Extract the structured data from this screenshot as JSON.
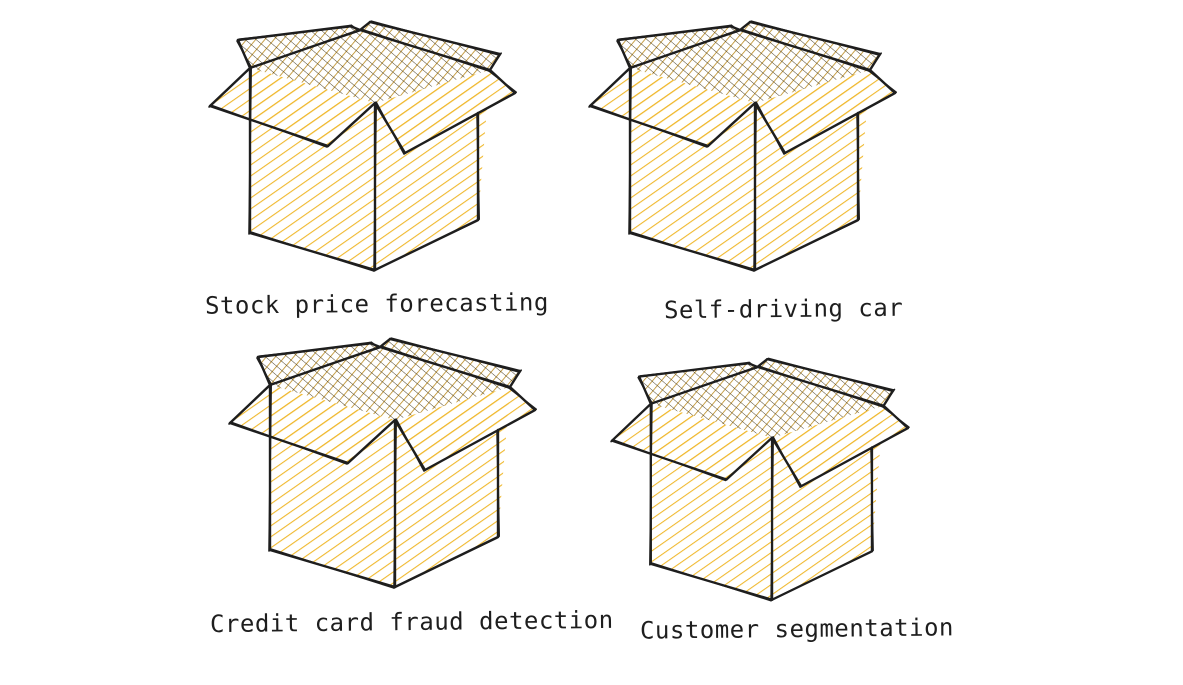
{
  "boxes": [
    {
      "label": "Stock price forecasting"
    },
    {
      "label": "Self-driving car"
    },
    {
      "label": "Credit card fraud detection"
    },
    {
      "label": "Customer segmentation"
    }
  ],
  "colors": {
    "fill": "#f0b92f",
    "inside": "#b98a1e",
    "stroke": "#1e1e1e",
    "background": "#ffffff"
  },
  "icons": [
    "open-box-icon"
  ]
}
